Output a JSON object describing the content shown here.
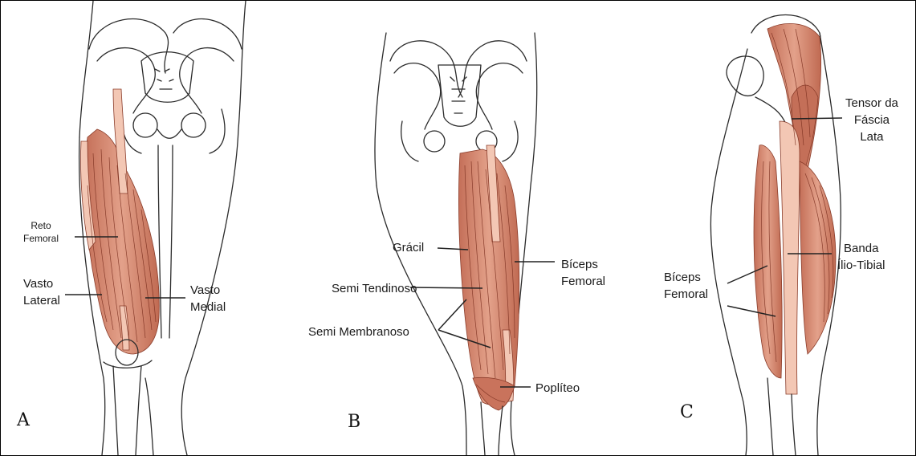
{
  "colors": {
    "muscle": "#d9927a",
    "muscle_dark": "#b85e48",
    "tendon": "#f3c7b4",
    "outline": "#2b2b2b",
    "border": "#000000"
  },
  "panels": {
    "a": {
      "letter": "A",
      "labels": {
        "reto_femoral": [
          "Reto",
          "Femoral"
        ],
        "vasto_lateral": [
          "Vasto",
          "Lateral"
        ],
        "vasto_medial": [
          "Vasto",
          "Medial"
        ]
      }
    },
    "b": {
      "letter": "B",
      "labels": {
        "gracil": "Grácil",
        "semi_tendinoso": "Semi Tendinoso",
        "semi_membranoso": "Semi Membranoso",
        "biceps_femoral": [
          "Bíceps",
          "Femoral"
        ],
        "popliteo": "Poplíteo"
      }
    },
    "c": {
      "letter": "C",
      "labels": {
        "tensor_fascia_lata": [
          "Tensor da",
          "Fáscia",
          "Lata"
        ],
        "banda_ilio_tibial": [
          "Banda",
          "Ílio-Tibial"
        ],
        "biceps_femoral": [
          "Bíceps",
          "Femoral"
        ]
      }
    }
  }
}
